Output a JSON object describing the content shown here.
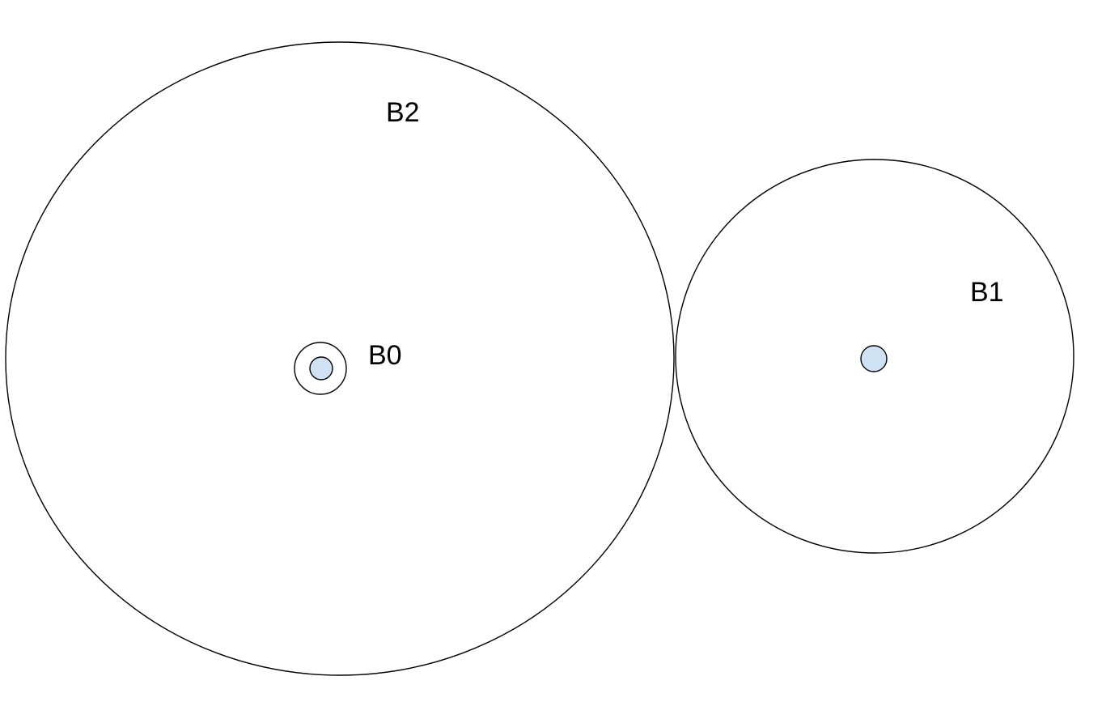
{
  "diagram": {
    "labels": {
      "b0": "B0",
      "b1": "B1",
      "b2": "B2"
    },
    "colors": {
      "stroke": "#000000",
      "point_fill": "#cfe2f3",
      "background": "#ffffff"
    }
  }
}
